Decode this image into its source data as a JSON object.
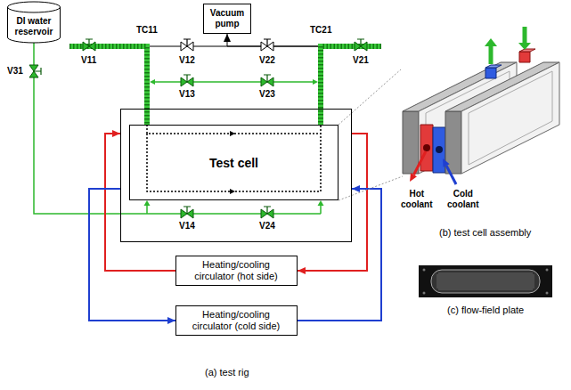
{
  "diagram": {
    "nodes": [
      {
        "text": [
          "DI water reservoir"
        ]
      },
      {
        "text": [
          "Vacuum pump"
        ]
      },
      {
        "text": [
          "Test cell"
        ]
      },
      {
        "text": [
          "Heating/cooling circulator (hot side)"
        ]
      },
      {
        "text": [
          "Heating/cooling circulator (cold side)"
        ]
      }
    ],
    "edges": [
      {
        "from": 0,
        "to": 2,
        "arrow": "none"
      },
      {
        "from": 2,
        "to": 1,
        "arrow": "to"
      },
      {
        "from": 3,
        "to": 2,
        "arrow": "to"
      },
      {
        "from": 2,
        "to": 3,
        "arrow": "to"
      },
      {
        "from": 4,
        "to": 2,
        "arrow": "to"
      },
      {
        "from": 2,
        "to": 4,
        "arrow": "to"
      }
    ],
    "labels": [
      "TC11",
      "TC21",
      "V11",
      "V12",
      "V22",
      "V21",
      "V13",
      "V23",
      "V14",
      "V24",
      "V31",
      "Hot coolant",
      "Cold coolant",
      "(a) test rig",
      "(b) test cell assembly",
      "(c) flow-field plate"
    ]
  }
}
